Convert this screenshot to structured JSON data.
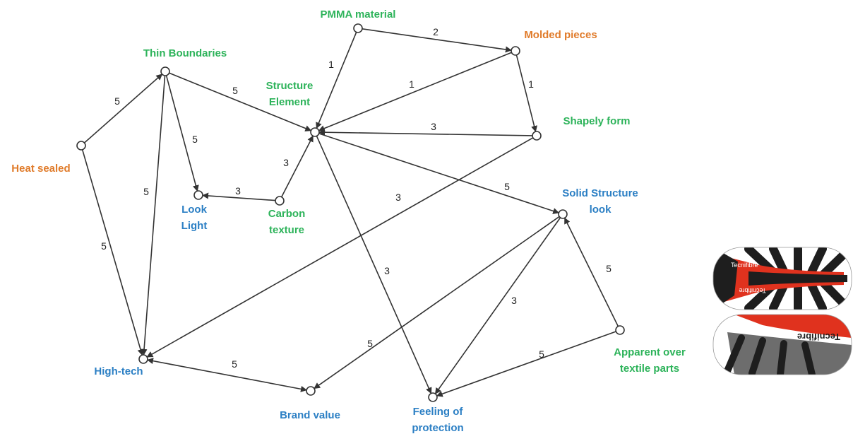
{
  "nodes": [
    {
      "id": "pmma",
      "label": [
        "PMMA material"
      ],
      "color": "green"
    },
    {
      "id": "molded",
      "label": [
        "Molded pieces"
      ],
      "color": "orange"
    },
    {
      "id": "thin",
      "label": [
        "Thin Boundaries"
      ],
      "color": "green"
    },
    {
      "id": "structure",
      "label": [
        "Structure",
        "Element"
      ],
      "color": "green"
    },
    {
      "id": "shapely",
      "label": [
        "Shapely form"
      ],
      "color": "green"
    },
    {
      "id": "heat",
      "label": [
        "Heat sealed"
      ],
      "color": "orange"
    },
    {
      "id": "looklight",
      "label": [
        "Look",
        "Light"
      ],
      "color": "blue"
    },
    {
      "id": "carbon",
      "label": [
        "Carbon",
        "texture"
      ],
      "color": "green"
    },
    {
      "id": "solid",
      "label": [
        "Solid Structure",
        "look"
      ],
      "color": "blue"
    },
    {
      "id": "hightech",
      "label": [
        "High-tech"
      ],
      "color": "blue"
    },
    {
      "id": "brand",
      "label": [
        "Brand value"
      ],
      "color": "blue"
    },
    {
      "id": "feeling",
      "label": [
        "Feeling of",
        "protection"
      ],
      "color": "blue"
    },
    {
      "id": "apparent",
      "label": [
        "Apparent over",
        "textile parts"
      ],
      "color": "green"
    }
  ],
  "edges": [
    {
      "from": "pmma",
      "to": "molded",
      "weight": "2"
    },
    {
      "from": "pmma",
      "to": "structure",
      "weight": "1"
    },
    {
      "from": "molded",
      "to": "structure",
      "weight": "1"
    },
    {
      "from": "molded",
      "to": "shapely",
      "weight": "1"
    },
    {
      "from": "shapely",
      "to": "structure",
      "weight": "3"
    },
    {
      "from": "thin",
      "to": "structure",
      "weight": "5"
    },
    {
      "from": "heat",
      "to": "thin",
      "weight": "5"
    },
    {
      "from": "thin",
      "to": "looklight",
      "weight": "5"
    },
    {
      "from": "thin",
      "to": "hightech",
      "weight": "5"
    },
    {
      "from": "heat",
      "to": "hightech",
      "weight": "5"
    },
    {
      "from": "carbon",
      "to": "looklight",
      "weight": "3"
    },
    {
      "from": "carbon",
      "to": "structure",
      "weight": "3"
    },
    {
      "from": "structure",
      "to": "solid",
      "weight": "5"
    },
    {
      "from": "structure",
      "to": "feeling",
      "weight": "3"
    },
    {
      "from": "shapely",
      "to": "hightech",
      "weight": "3"
    },
    {
      "from": "hightech",
      "to": "brand",
      "weight": "5",
      "bidirectional": true
    },
    {
      "from": "solid",
      "to": "brand",
      "weight": "5"
    },
    {
      "from": "solid",
      "to": "feeling",
      "weight": "3"
    },
    {
      "from": "apparent",
      "to": "solid",
      "weight": "5"
    },
    {
      "from": "apparent",
      "to": "feeling",
      "weight": "5"
    }
  ],
  "product_image": {
    "brand_text": "Tecnifibre",
    "colors": {
      "red": "#e0321e",
      "black": "#1e1e1e",
      "grey": "#6d6d6d"
    }
  },
  "colors": {
    "green": "#2db35a",
    "orange": "#e07b2a",
    "blue": "#2b7fc4"
  }
}
